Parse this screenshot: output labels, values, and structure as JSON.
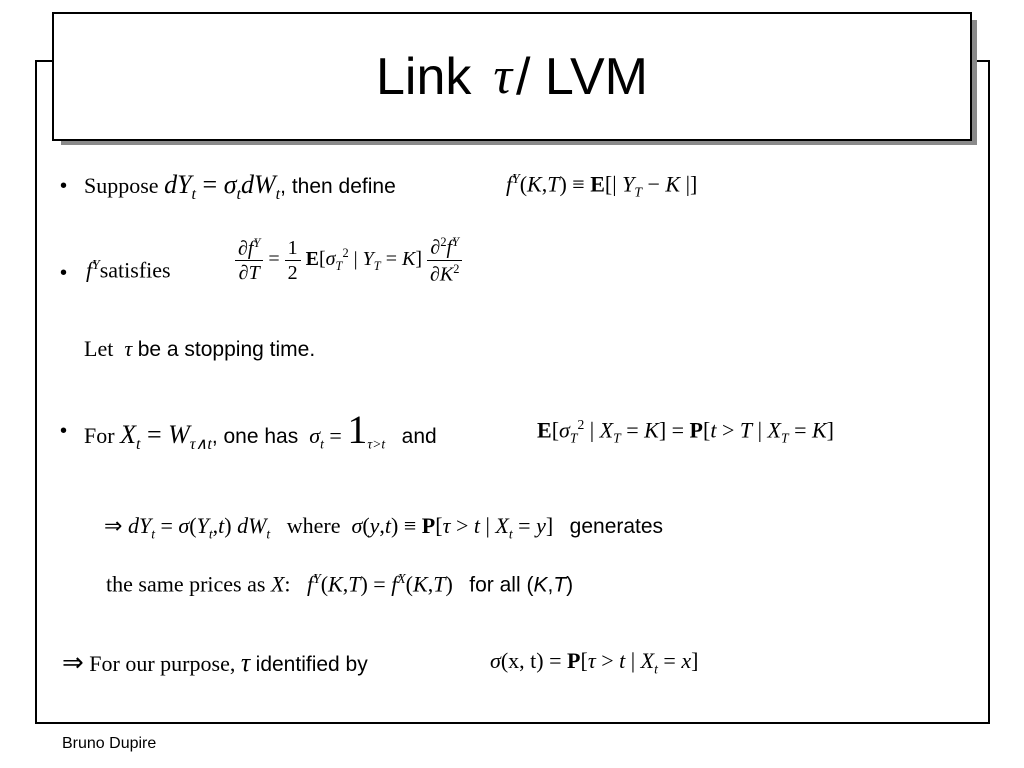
{
  "slide": {
    "title_prefix": "Link",
    "title_symbol": "τ",
    "title_suffix": "/ LVM",
    "bullet_glyph": "•",
    "line1": {
      "word": "Suppose",
      "equation": "dY",
      "comma_text": ", then define",
      "definition": "f"
    },
    "line2": {
      "f_symbol": "f",
      "word": "satisfies",
      "one_half_num": "1",
      "one_half_den": "2"
    },
    "line3": {
      "let_word": "Let",
      "tau": "τ",
      "text": "be a stopping time."
    },
    "line4": {
      "word": "For",
      "one_has": ", one has",
      "indicator": "1",
      "and_text": "and"
    },
    "line5": {
      "implies": "⇒",
      "where_word": "where",
      "generates": "generates"
    },
    "line6": {
      "same_prices": "the same prices as",
      "X": "X",
      "colon": ":",
      "for_all": "for all ("
    },
    "line7": {
      "implies": "⇒",
      "purpose": "For our purpose,",
      "tau": "τ",
      "identified": "identified by"
    },
    "footer": "Bruno Dupire"
  }
}
